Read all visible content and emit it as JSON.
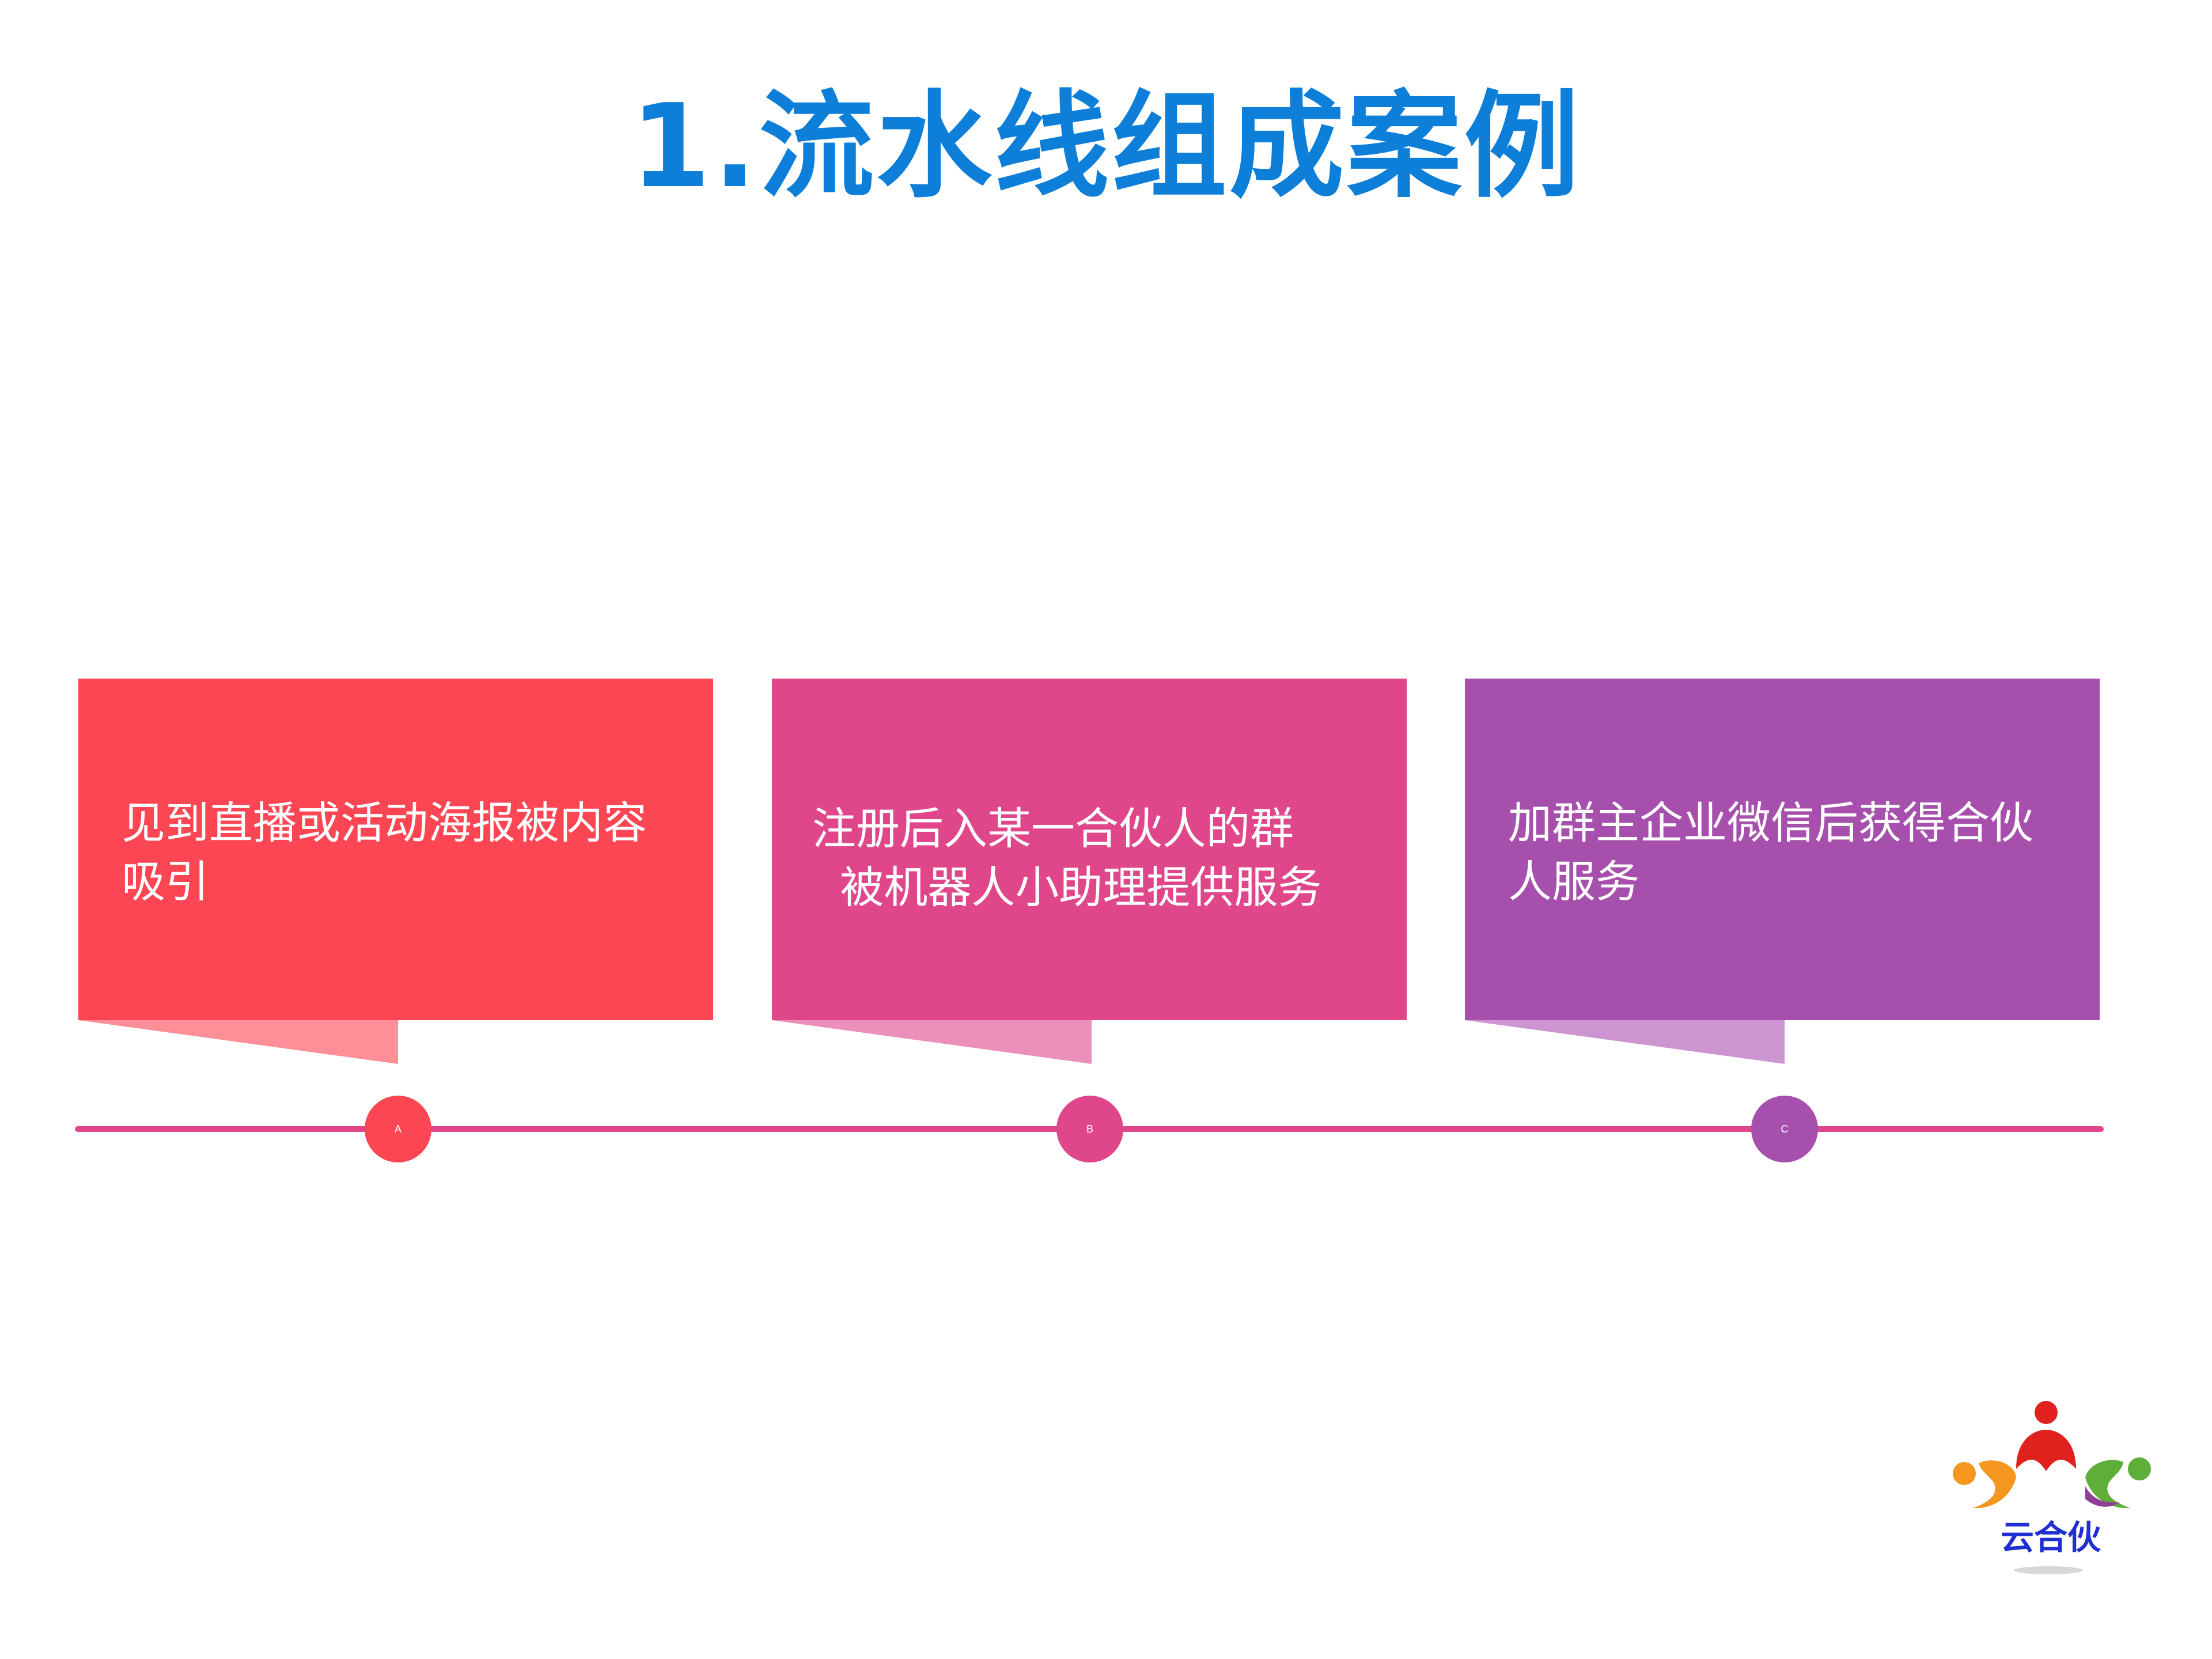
{
  "title": "1.流水线组成案例",
  "steps": [
    {
      "text": "见到直播或活动海报被内容\n吸引",
      "marker": "A",
      "color": "#fd4654",
      "tab_color": "#fe8f98"
    },
    {
      "text": "注册后入某一合伙人的群\n  被机器人小助理提供服务",
      "marker": "B",
      "color": "#e0478a",
      "tab_color": "#ec8fb9"
    },
    {
      "text": "加群主企业微信后获得合伙\n人服务",
      "marker": "C",
      "color": "#a64fac",
      "tab_color": "#cc94d0"
    }
  ],
  "timeline_color": "#e0478a",
  "logo": {
    "text": "云合伙",
    "icon": "people-circle-logo-icon"
  }
}
